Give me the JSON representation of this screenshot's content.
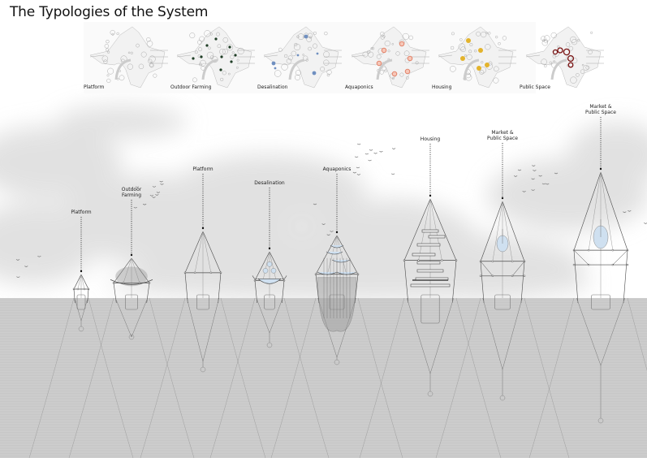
{
  "title": "The Typologies of the System",
  "plans": [
    {
      "label": "Platform",
      "highlight": "none",
      "color": "#888888"
    },
    {
      "label": "Outdoor Farming",
      "highlight": "green-dots",
      "color": "#1f3d25"
    },
    {
      "label": "Desalination",
      "highlight": "blue-dots",
      "color": "#6f8fc0"
    },
    {
      "label": "Aquaponics",
      "highlight": "orange-rings",
      "color": "#e07a5f"
    },
    {
      "label": "Housing",
      "highlight": "yellow-dots",
      "color": "#e3b32c"
    },
    {
      "label": "Public Space",
      "highlight": "red-rings",
      "color": "#7a1414"
    }
  ],
  "towers": [
    {
      "label": "Platform",
      "label2": ""
    },
    {
      "label": "Outdoor",
      "label2": "Farming"
    },
    {
      "label": "Platform",
      "label2": ""
    },
    {
      "label": "Desalination",
      "label2": ""
    },
    {
      "label": "Aquaponics",
      "label2": ""
    },
    {
      "label": "Housing",
      "label2": ""
    },
    {
      "label": "Market &",
      "label2": "Public Space"
    },
    {
      "label": "Market &",
      "label2": "Public Space"
    }
  ],
  "colors": {
    "water_blue": "#cfe0f0",
    "line": "#555555",
    "sky": "#e6e6e6"
  }
}
